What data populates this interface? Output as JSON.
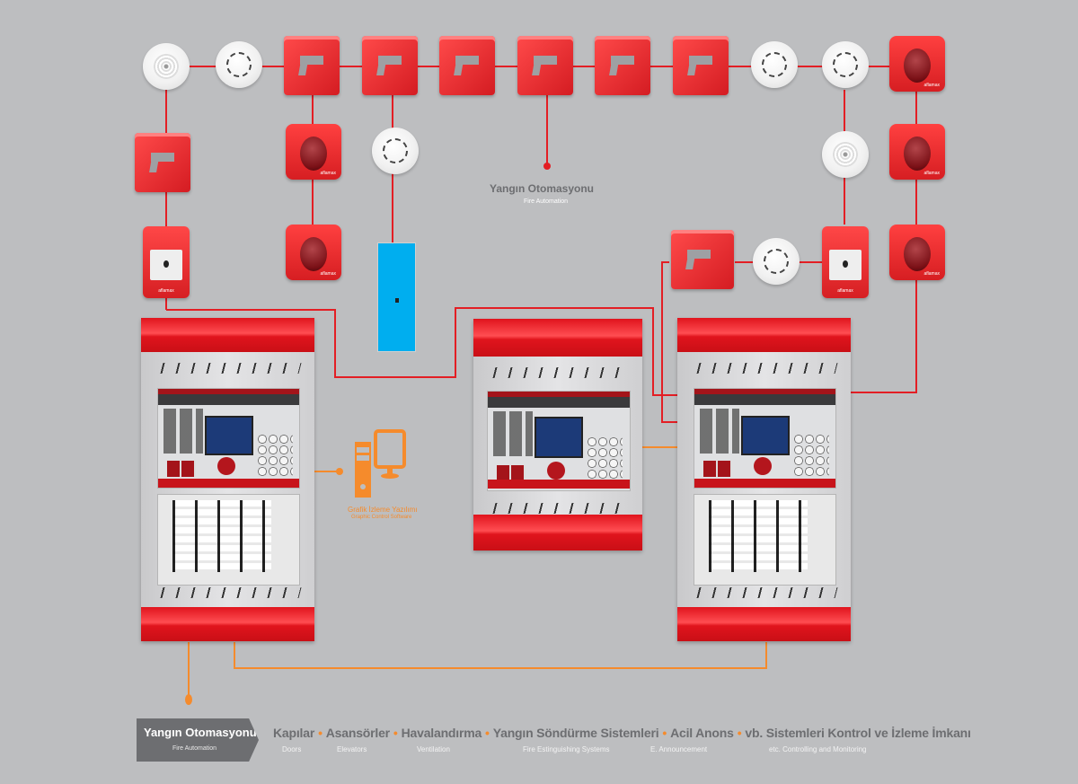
{
  "diagram": {
    "title": "Yangın Otomasyonu",
    "subtitle": "Fire Automation",
    "software_label": "Grafik İzleme Yazılımı",
    "software_sublabel": "Graphic Control Software",
    "device_brand": "aflamax",
    "colors": {
      "background": "#bdbec0",
      "loop_wire": "#e31e24",
      "network_wire": "#f58b2c",
      "text_gray": "#6d6e71",
      "blue_device": "#00aeef"
    },
    "devices": {
      "top_row": [
        "heat-detector",
        "smoke-detector",
        "input-output-module",
        "input-output-module",
        "input-output-module",
        "input-output-module",
        "input-output-module",
        "input-output-module",
        "smoke-detector",
        "smoke-detector",
        "sounder-flasher"
      ],
      "left_column": [
        "input-output-module",
        "manual-call-point"
      ],
      "second_column": [
        "sounder-flasher",
        "sounder-flasher"
      ],
      "center_branch": [
        "smoke-detector",
        "blue-device"
      ],
      "right_column": [
        "sounder-flasher",
        "sounder-flasher"
      ],
      "right_branch": [
        "input-output-module",
        "smoke-detector",
        "manual-call-point",
        "heat-detector"
      ],
      "panels": [
        "fire-panel-left",
        "fire-panel-center",
        "fire-panel-right"
      ]
    }
  },
  "footer": {
    "badge_title": "Yangın Otomasyonu",
    "badge_subtitle": "Fire Automation",
    "items": [
      {
        "label": "Kapılar",
        "sub": "Doors"
      },
      {
        "label": "Asansörler",
        "sub": "Elevators"
      },
      {
        "label": "Havalandırma",
        "sub": "Ventilation"
      },
      {
        "label": "Yangın Söndürme Sistemleri",
        "sub": "Fire Estinguishing Systems"
      },
      {
        "label": "Acil Anons",
        "sub": "E. Announcement"
      },
      {
        "label": "vb. Sistemleri Kontrol ve İzleme İmkanı",
        "sub": "etc. Controlling and Monitoring"
      }
    ],
    "separator": "•"
  }
}
